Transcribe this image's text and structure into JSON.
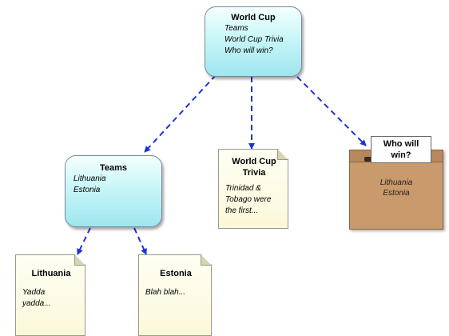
{
  "nodes": {
    "world_cup": {
      "title": "World Cup",
      "lines": [
        "Teams",
        "World Cup Trivia",
        "Who will win?"
      ]
    },
    "teams": {
      "title": "Teams",
      "lines": [
        "Lithuania",
        "Estonia"
      ]
    },
    "trivia": {
      "title_lines": [
        "World Cup",
        "Trivia"
      ],
      "lines": [
        "Trinidad &",
        "Tobago were",
        "the first..."
      ]
    },
    "who_will_win": {
      "title_lines": [
        "Who will",
        "win?"
      ],
      "lines": [
        "Lithuania",
        "Estonia"
      ]
    },
    "lithuania": {
      "title": "Lithuania",
      "lines": [
        "Yadda",
        "yadda..."
      ]
    },
    "estonia": {
      "title": "Estonia",
      "lines": [
        "Blah blah..."
      ]
    }
  },
  "colors": {
    "connector": "#1a33d9",
    "topic_fill": "#b6f0f4",
    "note_fill": "#fbf8d9",
    "box_fill": "#c99a6c"
  }
}
